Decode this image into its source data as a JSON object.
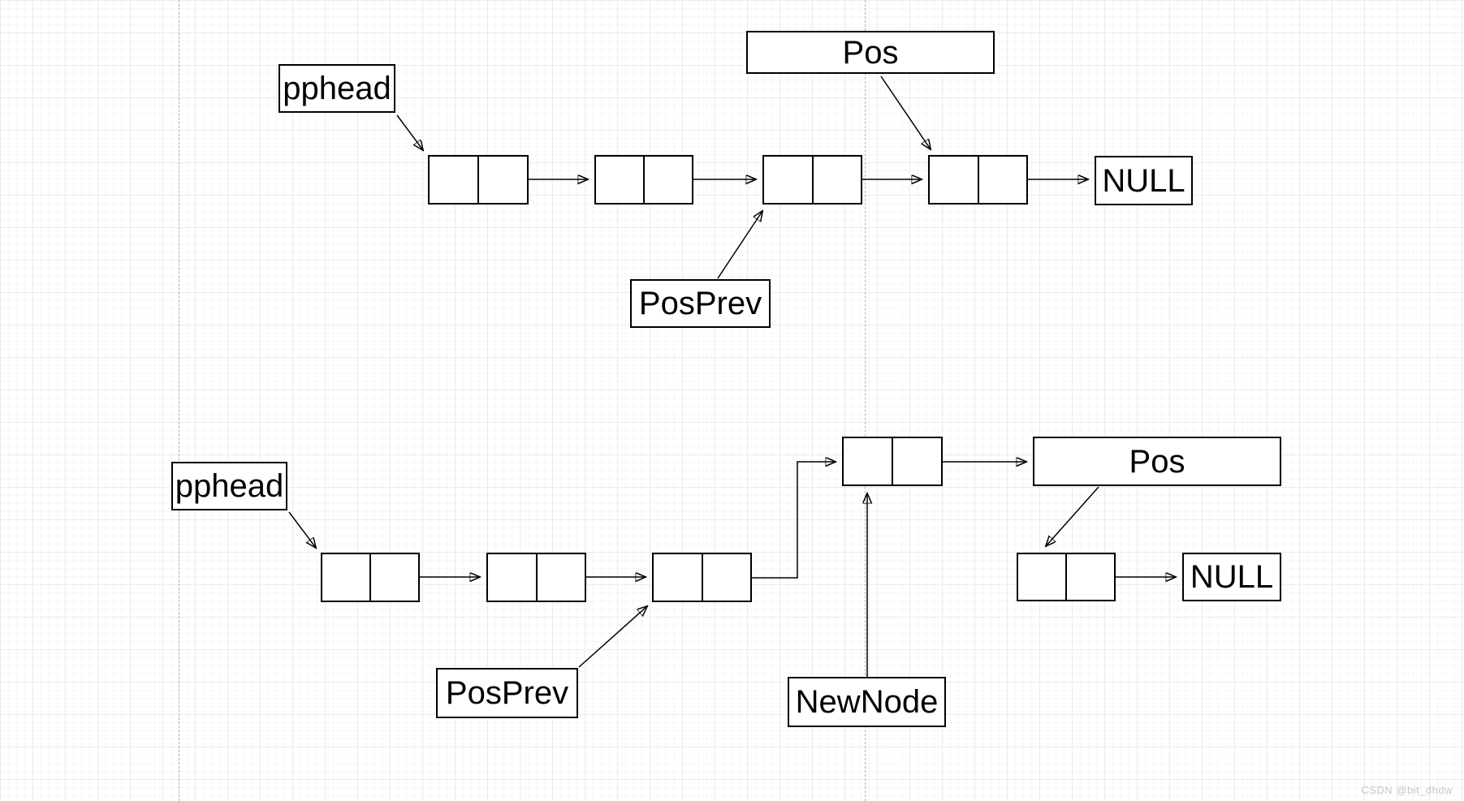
{
  "watermark": "CSDN @bit_dhdw",
  "colors": {
    "stroke": "#000000",
    "box_fill": "#ffffff",
    "grid_minor": "#f6f6f6",
    "grid_major": "#ebebeb",
    "page_guide": "#b3b3b3",
    "watermark": "#c6c6c6"
  },
  "top": {
    "pphead": "pphead",
    "pos": "Pos",
    "posprev": "PosPrev",
    "null_label": "NULL",
    "node_count": 4,
    "edges": [
      "pphead -> node1",
      "node1 -> node2",
      "node2 -> node3",
      "node3 -> node4",
      "node4 -> NULL",
      "Pos -> node4",
      "PosPrev -> node3"
    ]
  },
  "bottom": {
    "pphead": "pphead",
    "pos": "Pos",
    "posprev": "PosPrev",
    "newnode": "NewNode",
    "null_label": "NULL",
    "node_count": 4,
    "edges": [
      "pphead -> node1",
      "node1 -> node2",
      "node2 -> node3",
      "node3 -> insertedNode (elbow up)",
      "insertedNode -> Pos",
      "Pos -> posNode",
      "posNode -> NULL",
      "PosPrev -> node3",
      "NewNode -> insertedNode"
    ]
  }
}
